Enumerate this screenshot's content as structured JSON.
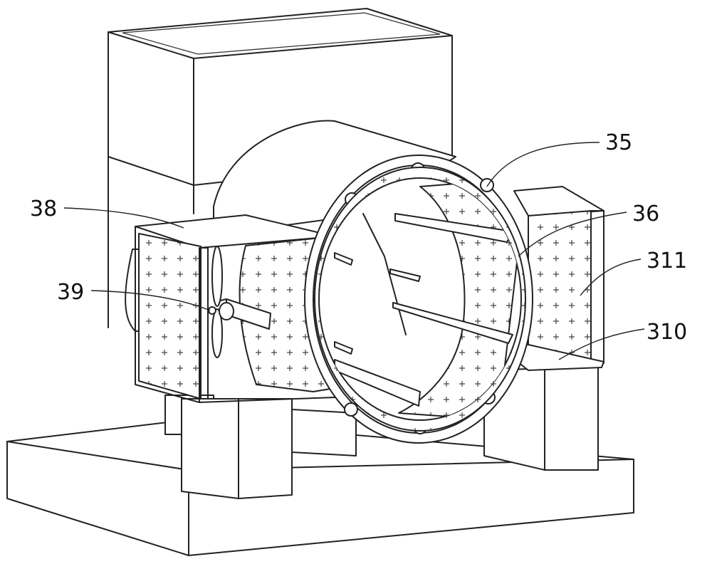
{
  "callouts": {
    "c35": "35",
    "c36": "36",
    "c38": "38",
    "c39": "39",
    "c310": "310",
    "c311": "311"
  },
  "colors": {
    "line": "#222222",
    "background": "#ffffff",
    "texture": "#444444"
  },
  "icons": [
    "fan-icon"
  ]
}
